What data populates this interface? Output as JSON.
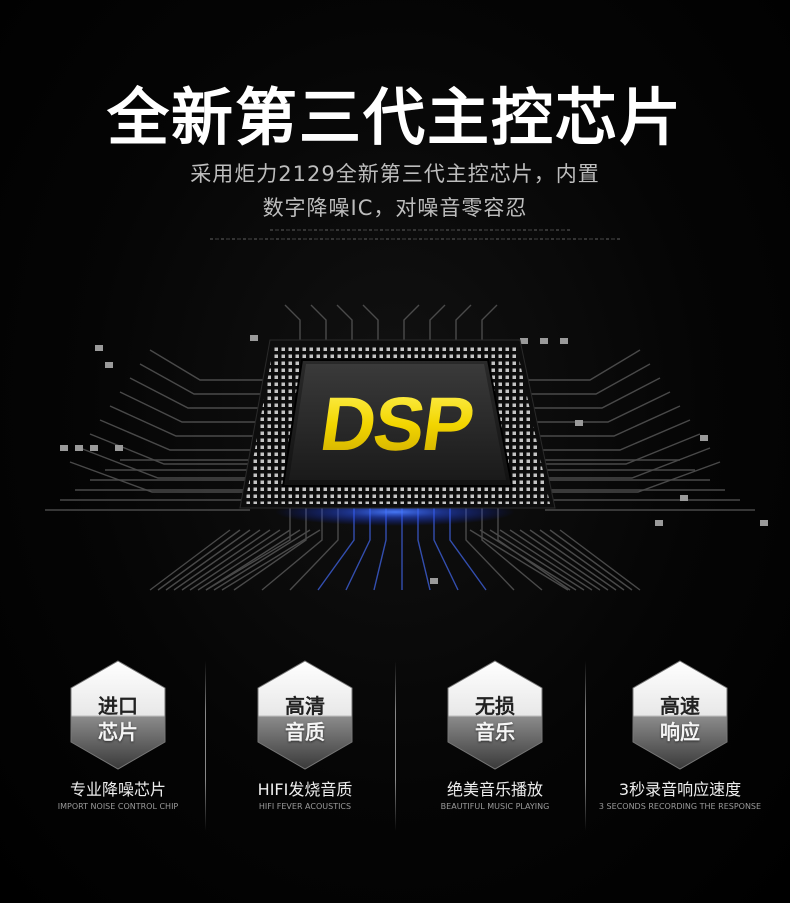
{
  "header": {
    "title": "全新第三代主控芯片",
    "subtitle_line1": "采用炬力2129全新第三代主控芯片，内置",
    "subtitle_line2": "数字降噪IC，对噪音零容忍"
  },
  "chip": {
    "label": "DSP",
    "label_color": "#f2d500",
    "glow_color": "#3a6bff"
  },
  "features": [
    {
      "hex_line1": "进口",
      "hex_line2": "芯片",
      "title": "专业降噪芯片",
      "subtitle": "IMPORT NOISE CONTROL CHIP"
    },
    {
      "hex_line1": "高清",
      "hex_line2": "音质",
      "title": "HIFI发烧音质",
      "subtitle": "HIFI FEVER ACOUSTICS"
    },
    {
      "hex_line1": "无损",
      "hex_line2": "音乐",
      "title": "绝美音乐播放",
      "subtitle": "BEAUTIFUL MUSIC PLAYING"
    },
    {
      "hex_line1": "高速",
      "hex_line2": "响应",
      "title": "3秒录音响应速度",
      "subtitle": "3 SECONDS RECORDING THE RESPONSE"
    }
  ]
}
